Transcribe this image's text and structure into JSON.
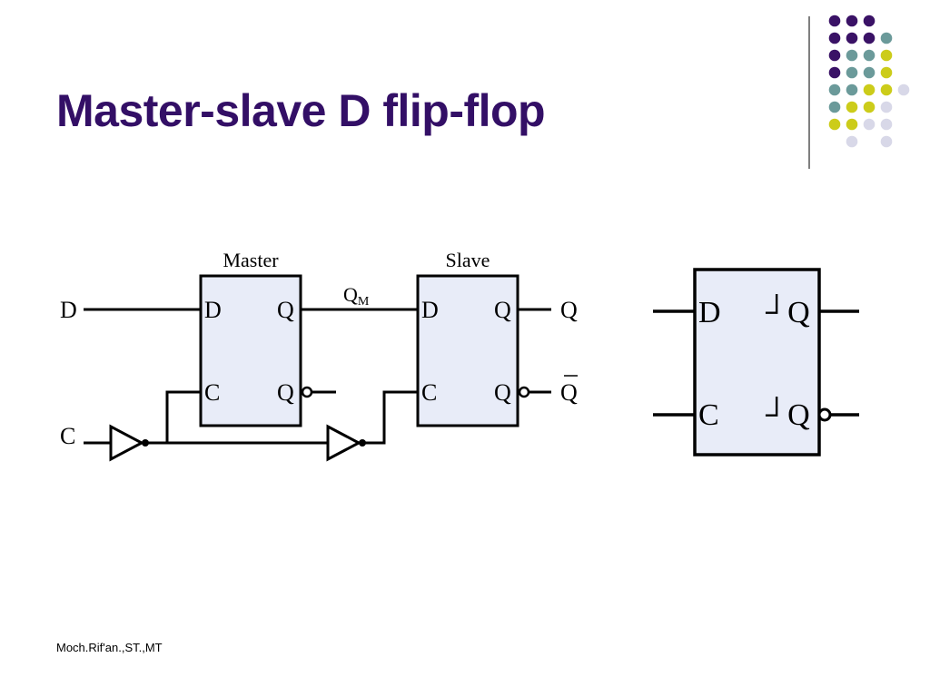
{
  "slide": {
    "title": "Master-slave D flip-flop",
    "footer": "Moch.Rif'an.,ST.,MT"
  },
  "colors": {
    "title": "#330f66",
    "dot_purple": "#3a1266",
    "dot_teal": "#6b9a9a",
    "dot_yellow": "#cccc1a",
    "dot_lavender": "#d8d8e8",
    "block_fill": "#e8ecf8"
  },
  "decoration": {
    "dot_rows": [
      [
        "purple",
        "purple",
        "purple"
      ],
      [
        "purple",
        "purple",
        "purple",
        "teal"
      ],
      [
        "purple",
        "teal",
        "teal",
        "yellow"
      ],
      [
        "purple",
        "teal",
        "teal",
        "yellow"
      ],
      [
        "teal",
        "teal",
        "yellow",
        "yellow",
        "lavender"
      ],
      [
        "teal",
        "yellow",
        "yellow",
        "lavender"
      ],
      [
        "yellow",
        "yellow",
        "lavender",
        "lavender"
      ],
      [
        "lavender",
        "lavender"
      ]
    ]
  },
  "circuit": {
    "master_label": "Master",
    "slave_label": "Slave",
    "input_d": "D",
    "input_c": "C",
    "master": {
      "d": "D",
      "q": "Q",
      "c": "C",
      "qbar": "Q"
    },
    "slave": {
      "d": "D",
      "q": "Q",
      "c": "C",
      "qbar": "Q"
    },
    "qm_main": "Q",
    "qm_sub": "M",
    "output_q": "Q",
    "output_qbar": "Q"
  },
  "symbol": {
    "d": "D",
    "c": "C",
    "q": "┘Q",
    "qbar": "┘Q"
  }
}
